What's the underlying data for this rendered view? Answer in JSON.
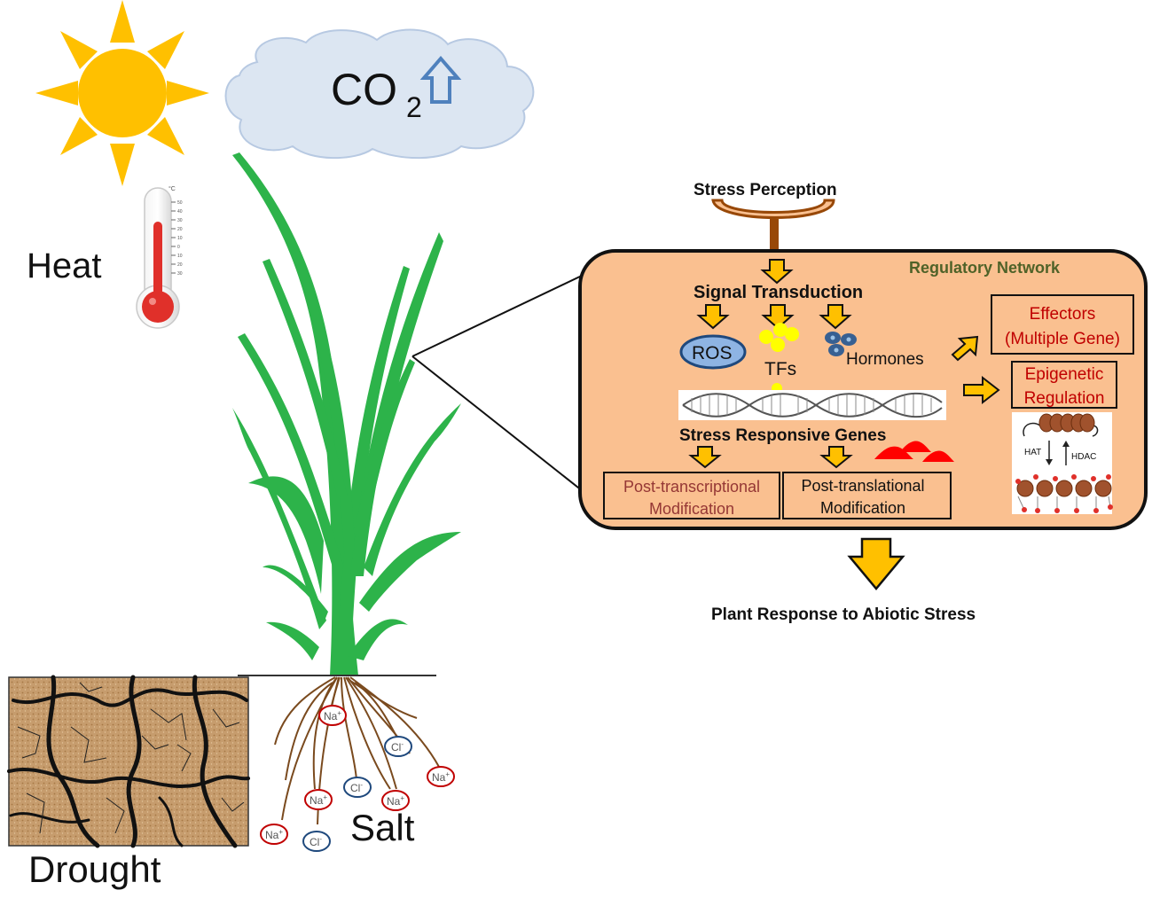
{
  "environment": {
    "co2_label": "CO",
    "co2_subscript": "2",
    "heat_label": "Heat",
    "thermometer_unit": "°C",
    "thermometer_scale": [
      "50",
      "40",
      "30",
      "20",
      "10",
      "0",
      "10",
      "20",
      "30"
    ],
    "drought_label": "Drought",
    "salt_label": "Salt"
  },
  "ions": [
    {
      "name": "Na",
      "charge": "+"
    },
    {
      "name": "Cl",
      "charge": "-"
    },
    {
      "name": "Cl",
      "charge": "-"
    },
    {
      "name": "Na",
      "charge": "+"
    },
    {
      "name": "Na",
      "charge": "+"
    },
    {
      "name": "Na",
      "charge": "+"
    },
    {
      "name": "Na",
      "charge": "+"
    },
    {
      "name": "Cl",
      "charge": "-"
    }
  ],
  "network": {
    "stress_perception": "Stress Perception",
    "title": "Regulatory Network",
    "signal_transduction": "Signal Transduction",
    "ros": "ROS",
    "tfs": "TFs",
    "hormones": "Hormones",
    "effectors_line1": "Effectors",
    "effectors_line2": "(Multiple  Gene)",
    "epigenetic_line1": "Epigenetic",
    "epigenetic_line2": "Regulation",
    "hat": "HAT",
    "hdac": "HDAC",
    "stress_responsive_genes": "Stress Responsive Genes",
    "post_transcriptional_line1": "Post-transcriptional",
    "post_transcriptional_line2": "Modification",
    "post_translational_line1": "Post-translational",
    "post_translational_line2": "Modification",
    "plant_response": "Plant Response to Abiotic Stress"
  },
  "colors": {
    "sun": "#FFC000",
    "cloud": "#DCE6F2",
    "cloud_stroke": "#B7C9E2",
    "co2_arrow": "#4F81BD",
    "network_bg": "#FAC090",
    "network_title": "#4F6228",
    "red_text": "#C00000",
    "post_trans_text": "#953735",
    "arrow_fill": "#FFC000",
    "leaf": "#2DB34A",
    "root": "#7A4A1E",
    "receptor": "#984807",
    "ros_fill": "#8EB4E3",
    "ros_stroke": "#1F497D",
    "tf_yellow": "#FFFF00",
    "hormone": "#376092",
    "soil": "#C69C6D",
    "na_ring": "#C00000",
    "cl_ring": "#1F497D"
  }
}
